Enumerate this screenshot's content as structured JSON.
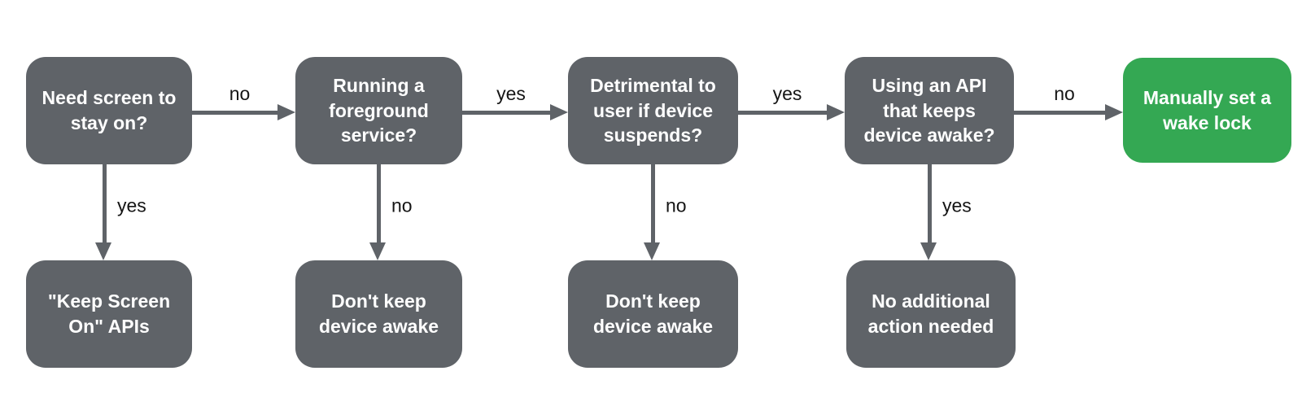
{
  "diagram": {
    "type": "flowchart",
    "background_color": "#ffffff",
    "node_fill_color": "#5f6368",
    "node_text_color": "#ffffff",
    "accent_fill_color": "#34a853",
    "arrow_color": "#5f6368",
    "edge_label_color": "#151515",
    "nodes": [
      {
        "id": "need-screen",
        "label": "Need screen to stay on?",
        "type": "question"
      },
      {
        "id": "foreground-service",
        "label": "Running a foreground service?",
        "type": "question"
      },
      {
        "id": "detrimental-suspend",
        "label": "Detrimental to user if device suspends?",
        "type": "question"
      },
      {
        "id": "api-keeps-awake",
        "label": "Using an API that keeps device awake?",
        "type": "question"
      },
      {
        "id": "manual-wake-lock",
        "label": "Manually set a wake lock",
        "type": "action"
      },
      {
        "id": "keep-screen-on-apis",
        "label": "\"Keep Screen On\" APIs",
        "type": "outcome"
      },
      {
        "id": "dont-keep-awake-1",
        "label": "Don't keep device awake",
        "type": "outcome"
      },
      {
        "id": "dont-keep-awake-2",
        "label": "Don't keep device awake",
        "type": "outcome"
      },
      {
        "id": "no-action-needed",
        "label": "No additional action needed",
        "type": "outcome"
      }
    ],
    "edges": [
      {
        "from": "need-screen",
        "to": "foreground-service",
        "label": "no",
        "direction": "right"
      },
      {
        "from": "need-screen",
        "to": "keep-screen-on-apis",
        "label": "yes",
        "direction": "down"
      },
      {
        "from": "foreground-service",
        "to": "detrimental-suspend",
        "label": "yes",
        "direction": "right"
      },
      {
        "from": "foreground-service",
        "to": "dont-keep-awake-1",
        "label": "no",
        "direction": "down"
      },
      {
        "from": "detrimental-suspend",
        "to": "api-keeps-awake",
        "label": "yes",
        "direction": "right"
      },
      {
        "from": "detrimental-suspend",
        "to": "dont-keep-awake-2",
        "label": "no",
        "direction": "down"
      },
      {
        "from": "api-keeps-awake",
        "to": "manual-wake-lock",
        "label": "no",
        "direction": "right"
      },
      {
        "from": "api-keeps-awake",
        "to": "no-action-needed",
        "label": "yes",
        "direction": "down"
      }
    ]
  }
}
